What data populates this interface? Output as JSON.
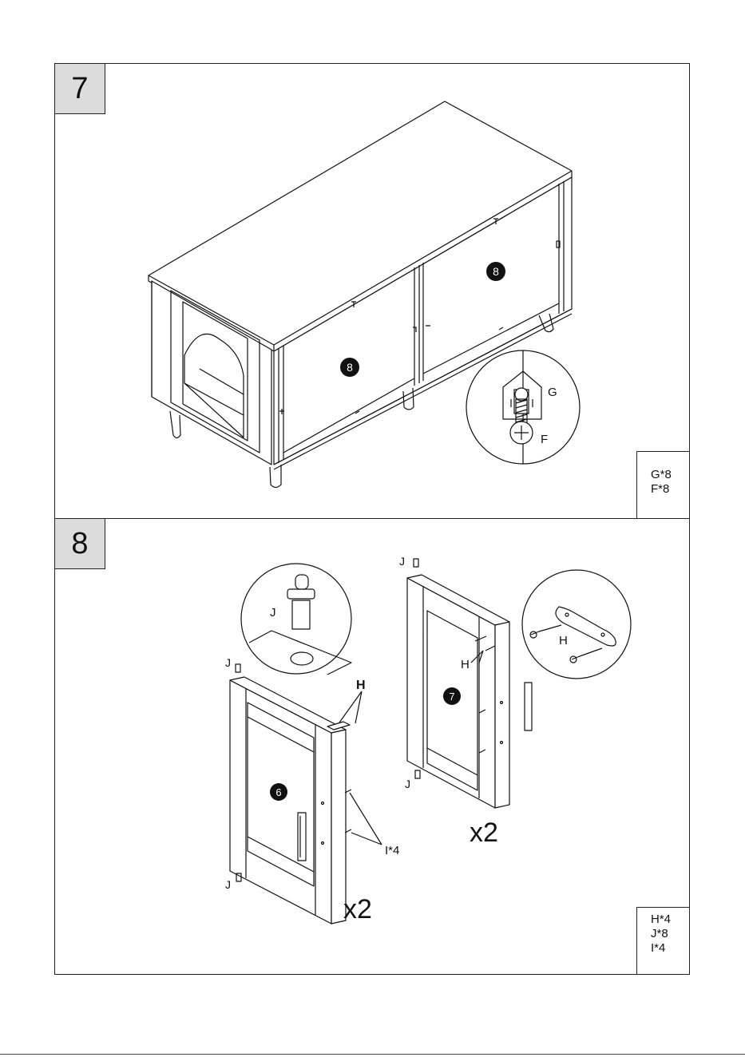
{
  "step7": {
    "number": "7",
    "panel_badges": [
      "8",
      "8"
    ],
    "detail_labels": {
      "g": "G",
      "f": "F"
    },
    "parts": [
      "G*8",
      "F*8"
    ]
  },
  "step8": {
    "number": "8",
    "door_badges": {
      "left": "6",
      "right": "7"
    },
    "labels": {
      "j": "J",
      "h": "H",
      "i": "I*4"
    },
    "multipliers": {
      "left": "x2",
      "right": "x2"
    },
    "parts": [
      "H*4",
      "J*8",
      "I*4"
    ]
  }
}
